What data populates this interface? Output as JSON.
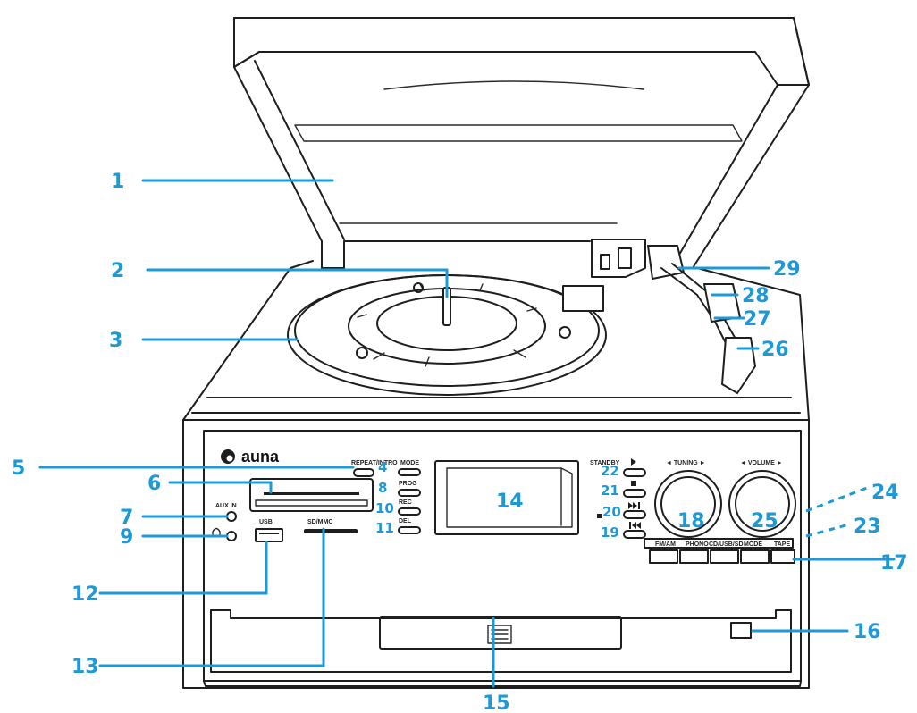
{
  "brand": "auna",
  "panel_labels": {
    "repeat_intro": "REPEAT/INTRO",
    "mode": "MODE",
    "prog": "PROG",
    "rec": "REC",
    "del": "DEL",
    "aux_in": "AUX IN",
    "usb": "USB",
    "sd_mmc": "SD/MMC",
    "standby": "STANDBY",
    "tuning": "◄ TUNING ►",
    "volume": "◄ VOLUME ►",
    "source_buttons": [
      "FM/AM",
      "PHONO",
      "CD/USB/SD",
      "MODE",
      "TAPE"
    ]
  },
  "callouts": [
    "1",
    "2",
    "3",
    "4",
    "5",
    "6",
    "7",
    "8",
    "9",
    "10",
    "11",
    "12",
    "13",
    "14",
    "15",
    "16",
    "17",
    "18",
    "19",
    "20",
    "21",
    "22",
    "23",
    "24",
    "25",
    "26",
    "27",
    "28",
    "29"
  ],
  "colors": {
    "accent": "#1d9ad6",
    "ink": "#1e1e1e"
  }
}
